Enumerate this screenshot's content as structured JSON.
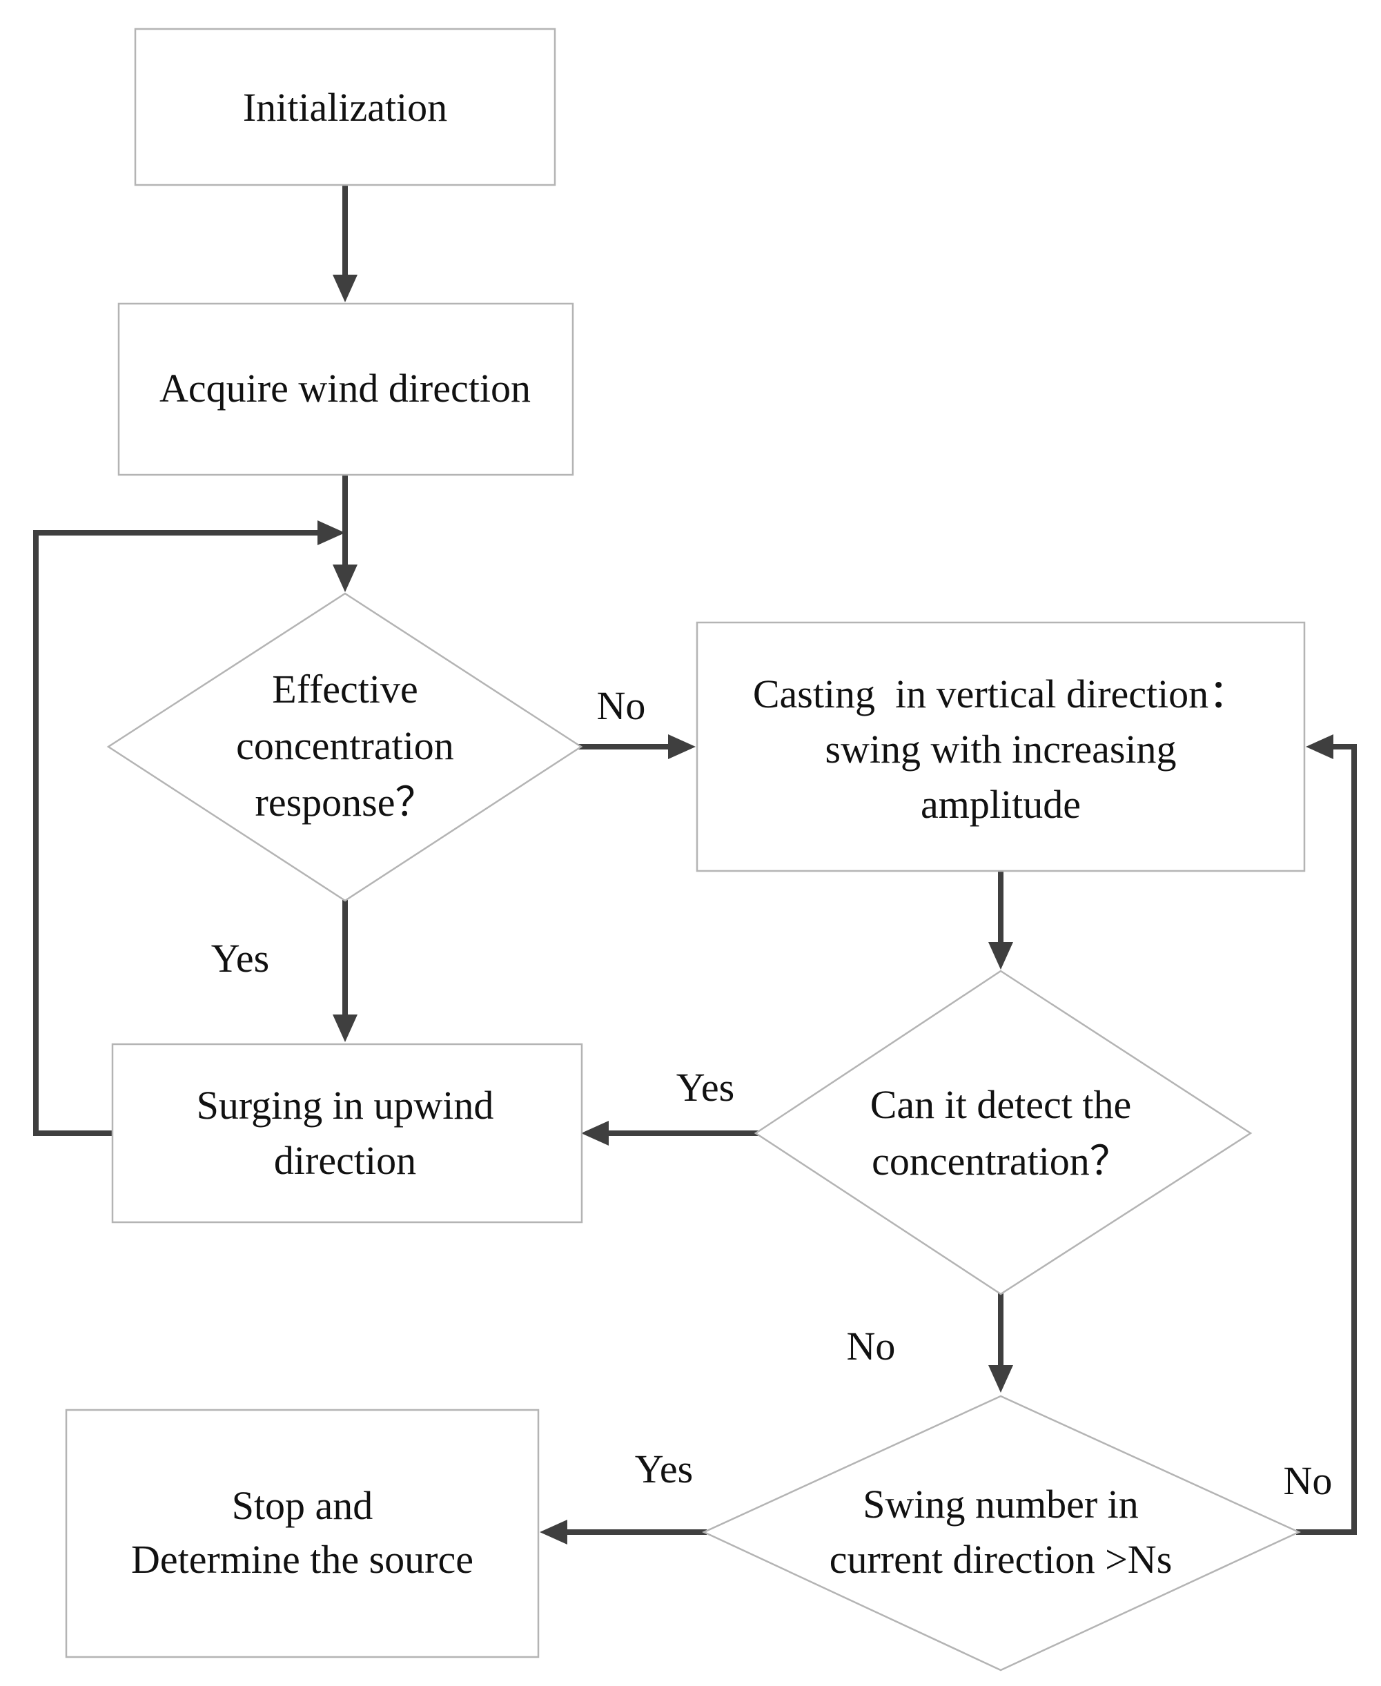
{
  "nodes": {
    "init": {
      "lines": [
        "Initialization"
      ]
    },
    "acquire": {
      "lines": [
        "Acquire wind direction"
      ]
    },
    "effective": {
      "lines": [
        "Effective",
        "concentration",
        "response？"
      ]
    },
    "casting": {
      "lines": [
        "Casting  in vertical direction：",
        "swing with increasing",
        "amplitude"
      ]
    },
    "detect": {
      "lines": [
        "Can it detect the",
        "concentration？"
      ]
    },
    "surging": {
      "lines": [
        "Surging in upwind",
        "direction"
      ]
    },
    "swing": {
      "lines": [
        "Swing number in",
        "current direction >Ns"
      ]
    },
    "stop": {
      "lines": [
        "Stop and",
        "Determine the source"
      ]
    }
  },
  "edges": {
    "effective_no": "No",
    "effective_yes": "Yes",
    "detect_yes": "Yes",
    "detect_no": "No",
    "swing_yes": "Yes",
    "swing_no": "No"
  },
  "colors": {
    "arrow": "#3f3f3f",
    "box_border": "#b4b4b4",
    "text": "#111111"
  }
}
